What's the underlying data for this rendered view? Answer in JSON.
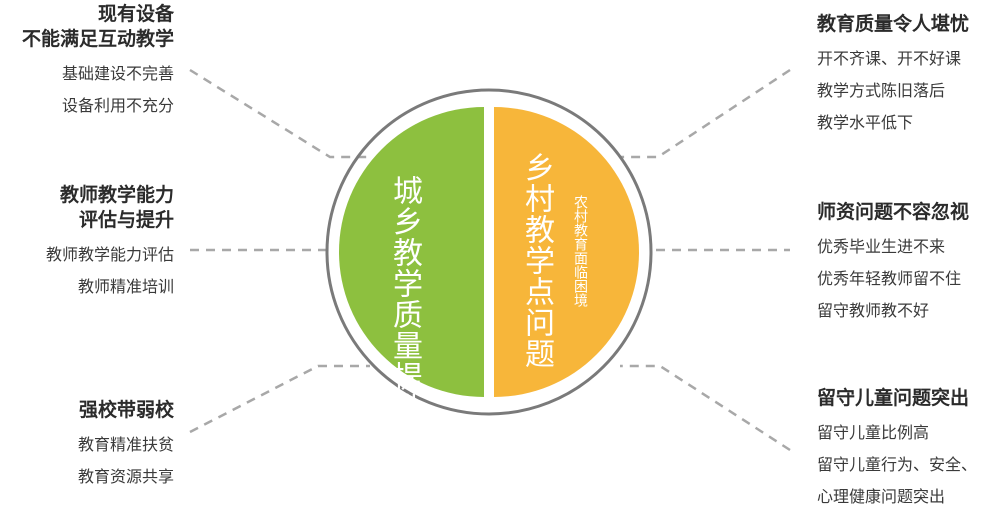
{
  "colors": {
    "left_half": "#8dc03f",
    "right_half": "#f7b63a",
    "ring": "#7a7a7a",
    "connector": "#a8a8a8"
  },
  "center": {
    "left_text": "城乡教学质量提升问题",
    "right_text": "乡村教学点问题",
    "right_subtext": "农村教育面临困境"
  },
  "left_blocks": [
    {
      "title": [
        "现有设备",
        "不能满足互动教学"
      ],
      "items": [
        "基础建设不完善",
        "设备利用不充分"
      ]
    },
    {
      "title": [
        "教师教学能力",
        "评估与提升"
      ],
      "items": [
        "教师教学能力评估",
        "教师精准培训"
      ]
    },
    {
      "title": [
        "强校带弱校"
      ],
      "items": [
        "教育精准扶贫",
        "教育资源共享"
      ]
    }
  ],
  "right_blocks": [
    {
      "title": [
        "教育质量令人堪忧"
      ],
      "items": [
        "开不齐课、开不好课",
        "教学方式陈旧落后",
        "教学水平低下"
      ]
    },
    {
      "title": [
        "师资问题不容忽视"
      ],
      "items": [
        "优秀毕业生进不来",
        "优秀年轻教师留不住",
        "留守教师教不好"
      ]
    },
    {
      "title": [
        "留守儿童问题突出"
      ],
      "items": [
        "留守儿童比例高",
        "留守儿童行为、安全、",
        "心理健康问题突出"
      ]
    }
  ]
}
